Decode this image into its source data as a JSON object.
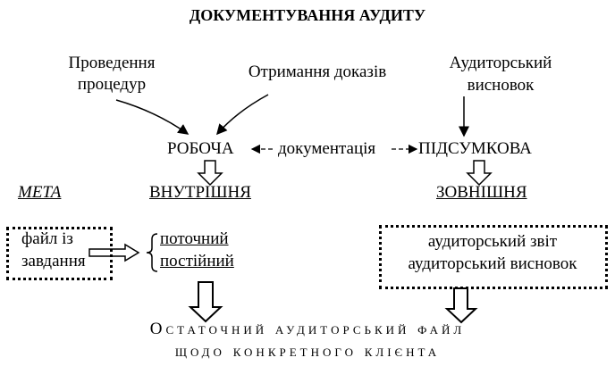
{
  "title": "ДОКУМЕНТУВАННЯ АУДИТУ",
  "sources": {
    "procedures": [
      "Проведення",
      "процедур"
    ],
    "evidence": "Отримання доказів",
    "opinion": [
      "Аудиторський",
      "висновок"
    ]
  },
  "row": {
    "working": "РОБОЧА",
    "documentation": "документація",
    "final": "ПІДСУМКОВА"
  },
  "purpose_label": "МЕТА",
  "internal": "ВНУТРІШНЯ",
  "external": "ЗОВНІШНЯ",
  "task_file": [
    "файл із",
    "завдання"
  ],
  "file_types": [
    "поточний",
    "постійний"
  ],
  "external_docs": [
    "аудиторський звіт",
    "аудиторський висновок"
  ],
  "final_file": [
    "Остаточний аудиторський файл",
    "щодо конкретного клієнта"
  ]
}
